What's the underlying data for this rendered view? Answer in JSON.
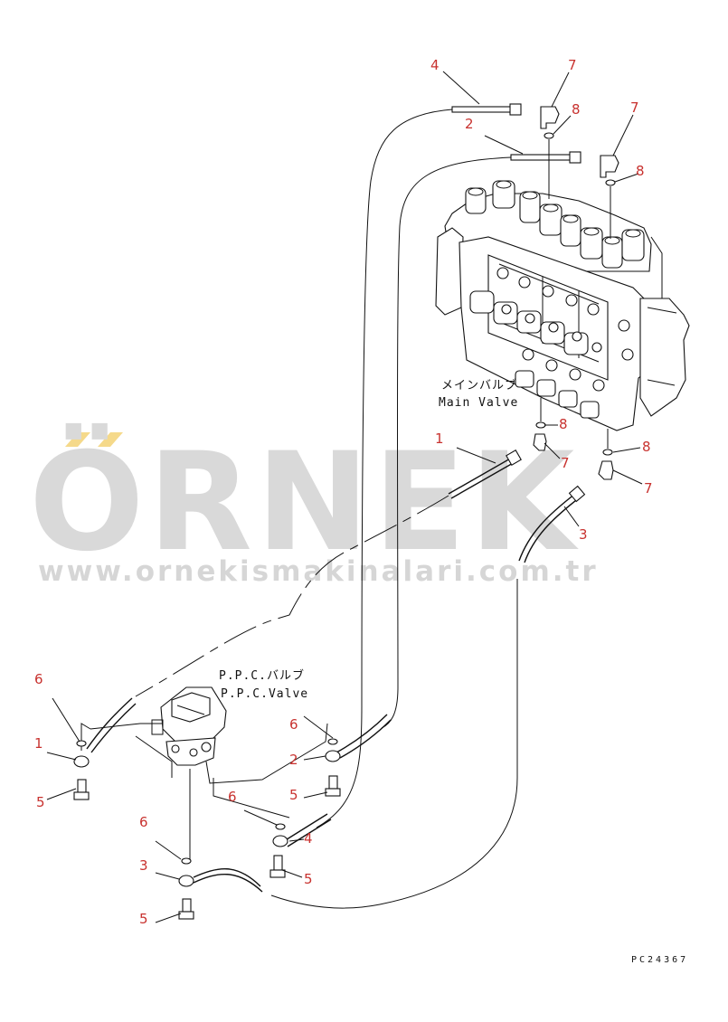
{
  "watermark": {
    "brand": "ÖRNEK",
    "url": "www.ornekismakinalari.com.tr",
    "accent_color": "#f5d98a",
    "text_color": "#d9d9d9"
  },
  "labels": {
    "main_valve_jp": "メインバルブ",
    "main_valve_en": "Main Valve",
    "ppc_valve_jp": "P.P.C.バルブ",
    "ppc_valve_en": "P.P.C.Valve"
  },
  "drawing_code": "PC24367",
  "callouts": {
    "c1": "4",
    "c2": "7",
    "c3": "8",
    "c4": "2",
    "c5": "7",
    "c6": "8",
    "c7": "1",
    "c8": "8",
    "c9": "7",
    "c10": "8",
    "c11": "7",
    "c12": "3",
    "c13": "6",
    "c14": "1",
    "c15": "5",
    "c16": "6",
    "c17": "2",
    "c18": "5",
    "c19": "6",
    "c20": "4",
    "c21": "6",
    "c22": "3",
    "c23": "5",
    "c24": "5"
  }
}
